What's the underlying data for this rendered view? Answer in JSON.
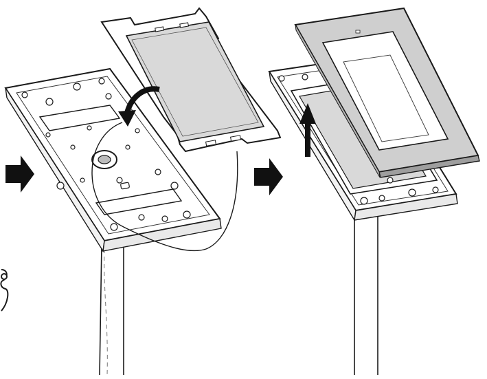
{
  "diagram": {
    "steps": [
      {
        "id": "step-1",
        "action": "place-bracket-on-stand-plate",
        "arrow_icon": "right-arrow-icon"
      },
      {
        "id": "step-2",
        "action": "attach-cover-frame",
        "arrow_icon": "right-arrow-icon"
      }
    ],
    "colors": {
      "line": "#1a1a1a",
      "plate": "#ffffff",
      "insert": "#d9d9d9",
      "cover": "#cfcfcf",
      "arrow": "#111111"
    },
    "icons": [
      "right-arrow-icon",
      "curved-arrow-icon",
      "up-arrow-icon",
      "screw-icon",
      "cable-icon"
    ]
  }
}
